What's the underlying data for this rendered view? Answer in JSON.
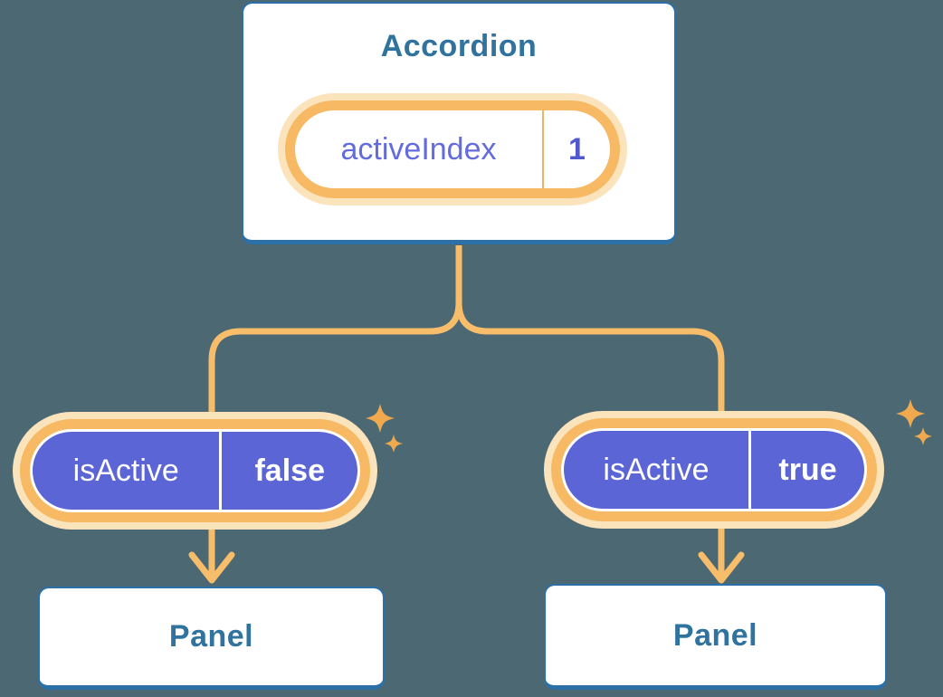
{
  "diagram": {
    "type": "component-tree",
    "root": {
      "title": "Accordion",
      "state": {
        "name": "activeIndex",
        "value": "1"
      }
    },
    "children": [
      {
        "prop": {
          "name": "isActive",
          "value": "false"
        },
        "panel": "Panel"
      },
      {
        "prop": {
          "name": "isActive",
          "value": "true"
        },
        "panel": "Panel"
      }
    ],
    "icons": [
      "sparkle-icon",
      "arrow-down-icon"
    ],
    "colors": {
      "background": "#4C6973",
      "card_bg": "#FFFFFF",
      "card_border_blue": "#2B71A8",
      "heading_text_blue": "#2F739E",
      "connector_orange": "#F8BD6B",
      "pill_ring_outer": "#FBE3BC",
      "pill_ring_inner": "#F7B963",
      "pill_purple": "#5B65D6",
      "state_text_purple": "#636CDC",
      "sparkle_orange": "#F1A94E"
    }
  }
}
